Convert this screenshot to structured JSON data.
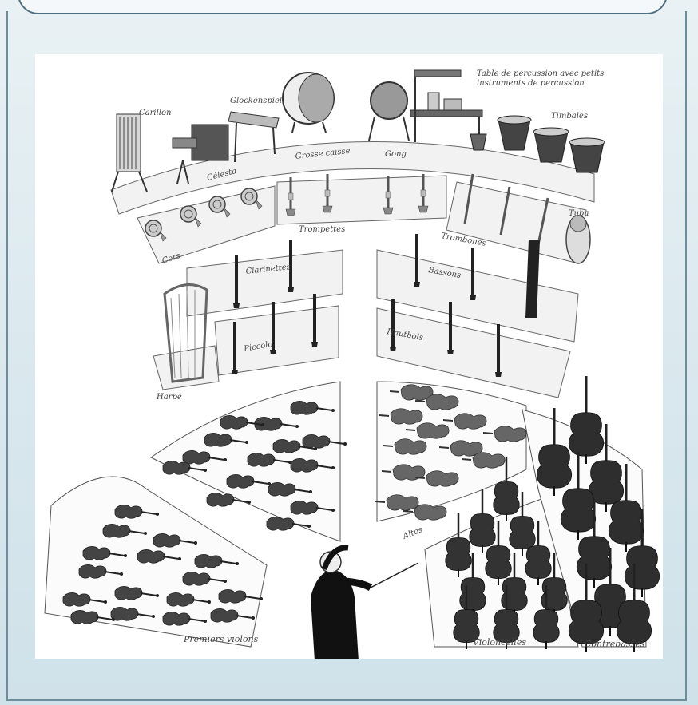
{
  "slide": {
    "diagram": {
      "top_note_line1": "Table de percussion avec petits",
      "top_note_line2": "instruments de percussion",
      "labels": {
        "carillon": "Carillon",
        "glockenspiel": "Glockenspiel",
        "celesta": "Célesta",
        "grosse_caisse": "Grosse caisse",
        "gong": "Gong",
        "timbales": "Timbales",
        "cors": "Cors",
        "trompettes": "Trompettes",
        "trombones": "Trombones",
        "tuba": "Tuba",
        "clarinettes": "Clarinettes",
        "bassons": "Bassons",
        "harpe": "Harpe",
        "piccolo": "Piccolo",
        "hautbois": "Hautbois",
        "altos": "Altos",
        "premiers_violons": "Premiers violons",
        "violoncelles": "Violoncelles",
        "contrebasses": "Contrebasses"
      }
    }
  }
}
